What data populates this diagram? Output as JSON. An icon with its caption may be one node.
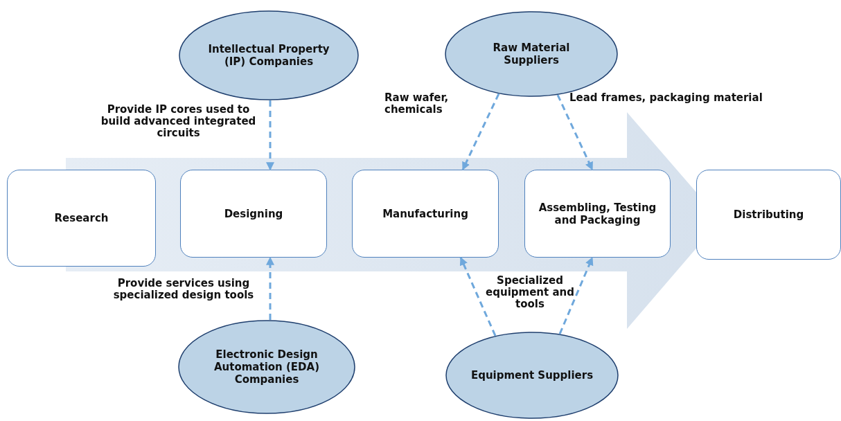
{
  "diagram": {
    "nodes": [
      {
        "text": [
          "Intellectual Property (IP) Companies"
        ]
      },
      {
        "text": [
          "Raw Material Suppliers"
        ]
      },
      {
        "text": [
          "Research"
        ]
      },
      {
        "text": [
          "Designing"
        ]
      },
      {
        "text": [
          "Manufacturing"
        ]
      },
      {
        "text": [
          "Assembling, Testing and Packaging"
        ]
      },
      {
        "text": [
          "Distributing"
        ]
      },
      {
        "text": [
          "Electronic Design Automation (EDA) Companies"
        ]
      },
      {
        "text": [
          "Equipment Suppliers"
        ]
      }
    ],
    "edges": [
      {
        "from": 0,
        "to": 3,
        "arrow": "to",
        "style": "dashed",
        "label": "Provide IP cores used to build advanced integrated circuits"
      },
      {
        "from": 1,
        "to": 4,
        "arrow": "to",
        "style": "dashed",
        "label": "Raw wafer, chemicals"
      },
      {
        "from": 1,
        "to": 5,
        "arrow": "to",
        "style": "dashed",
        "label": "Lead frames, packaging material"
      },
      {
        "from": 7,
        "to": 3,
        "arrow": "to",
        "style": "dashed",
        "label": "Provide services using specialized design tools"
      },
      {
        "from": 8,
        "to": 4,
        "arrow": "to",
        "style": "dashed"
      },
      {
        "from": 8,
        "to": 5,
        "arrow": "to",
        "style": "dashed"
      }
    ],
    "labels": [
      "Specialized equipment and tools"
    ]
  }
}
